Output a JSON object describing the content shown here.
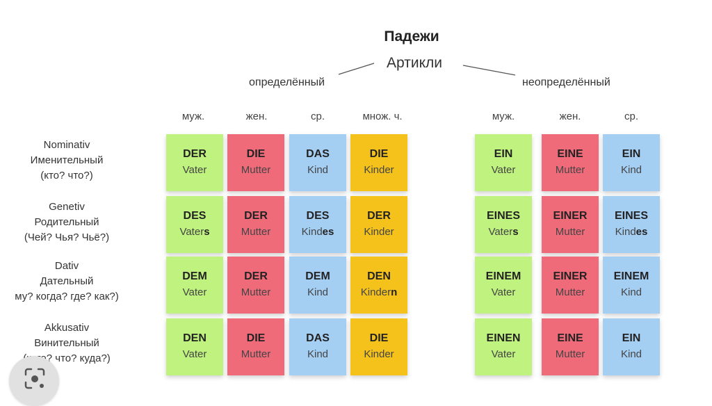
{
  "title": "Падежи",
  "subtitle": "Артикли",
  "definite_label": "определённый",
  "indefinite_label": "неопределённый",
  "definite_headers": [
    "муж.",
    "жен.",
    "ср.",
    "множ. ч."
  ],
  "indefinite_headers": [
    "муж.",
    "жен.",
    "ср."
  ],
  "colors": {
    "masculine": "#bff27e",
    "feminine": "#f06b7a",
    "neuter": "#a5cef3",
    "plural": "#f4c21a"
  },
  "rows": [
    {
      "line1": "Nominativ",
      "line2": "Именительный",
      "line3": "(кто? что?)",
      "definite": [
        {
          "article": "DER",
          "noun": "Vater",
          "ending": ""
        },
        {
          "article": "DIE",
          "noun": "Mutter",
          "ending": ""
        },
        {
          "article": "DAS",
          "noun": "Kind",
          "ending": ""
        },
        {
          "article": "DIE",
          "noun": "Kinder",
          "ending": ""
        }
      ],
      "indefinite": [
        {
          "article": "EIN",
          "noun": "Vater",
          "ending": ""
        },
        {
          "article": "EINE",
          "noun": "Mutter",
          "ending": ""
        },
        {
          "article": "EIN",
          "noun": "Kind",
          "ending": ""
        }
      ]
    },
    {
      "line1": "Genetiv",
      "line2": "Родительный",
      "line3": "(Чей? Чья? Чьё?)",
      "definite": [
        {
          "article": "DES",
          "noun": "Vater",
          "ending": "s"
        },
        {
          "article": "DER",
          "noun": "Mutter",
          "ending": ""
        },
        {
          "article": "DES",
          "noun": "Kind",
          "ending": "es"
        },
        {
          "article": "DER",
          "noun": "Kinder",
          "ending": ""
        }
      ],
      "indefinite": [
        {
          "article": "EINES",
          "noun": "Vater",
          "ending": "s"
        },
        {
          "article": "EINER",
          "noun": "Mutter",
          "ending": ""
        },
        {
          "article": "EINES",
          "noun": "Kind",
          "ending": "es"
        }
      ]
    },
    {
      "line1": "Dativ",
      "line2": "Дательный",
      "line3": "му? когда? где? как?)",
      "definite": [
        {
          "article": "DEM",
          "noun": "Vater",
          "ending": ""
        },
        {
          "article": "DER",
          "noun": "Mutter",
          "ending": ""
        },
        {
          "article": "DEM",
          "noun": "Kind",
          "ending": ""
        },
        {
          "article": "DEN",
          "noun": "Kinder",
          "ending": "n"
        }
      ],
      "indefinite": [
        {
          "article": "EINEM",
          "noun": "Vater",
          "ending": ""
        },
        {
          "article": "EINER",
          "noun": "Mutter",
          "ending": ""
        },
        {
          "article": "EINEM",
          "noun": "Kind",
          "ending": ""
        }
      ]
    },
    {
      "line1": "Akkusativ",
      "line2": "Винительный",
      "line3": "(кого? что? куда?)",
      "definite": [
        {
          "article": "DEN",
          "noun": "Vater",
          "ending": ""
        },
        {
          "article": "DIE",
          "noun": "Mutter",
          "ending": ""
        },
        {
          "article": "DAS",
          "noun": "Kind",
          "ending": ""
        },
        {
          "article": "DIE",
          "noun": "Kinder",
          "ending": ""
        }
      ],
      "indefinite": [
        {
          "article": "EINEN",
          "noun": "Vater",
          "ending": ""
        },
        {
          "article": "EINE",
          "noun": "Mutter",
          "ending": ""
        },
        {
          "article": "EIN",
          "noun": "Kind",
          "ending": ""
        }
      ]
    }
  ]
}
